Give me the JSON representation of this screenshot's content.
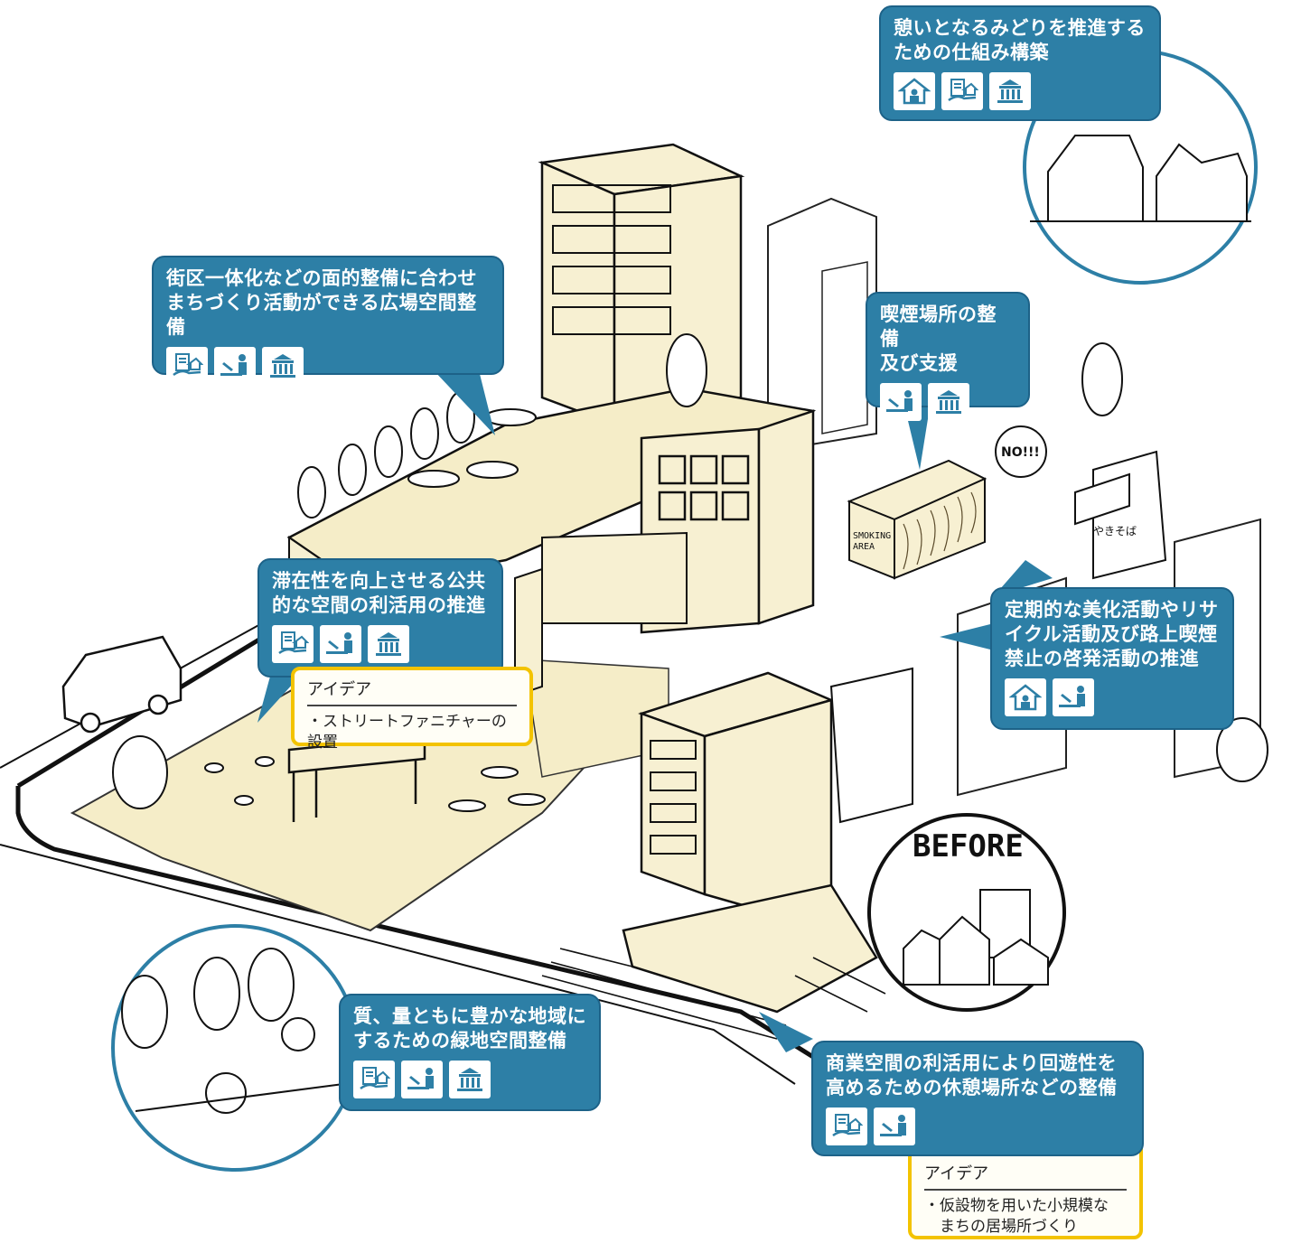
{
  "callouts": {
    "greenery_system": {
      "text": "憩いとなるみどりを推進する\nための仕組み構築",
      "icons": [
        "house-person-icon",
        "document-handshake-icon",
        "government-building-icon"
      ]
    },
    "plaza_space": {
      "text": "街区一体化などの面的整備に合わせ\nまちづくり活動ができる広場空間整備",
      "icons": [
        "document-handshake-icon",
        "desk-worker-icon",
        "government-building-icon"
      ]
    },
    "smoking_area": {
      "text": "喫煙場所の整備\n及び支援",
      "icons": [
        "desk-worker-icon",
        "government-building-icon"
      ]
    },
    "public_space": {
      "text": "滞在性を向上させる公共\n的な空間の利活用の推進",
      "icons": [
        "document-handshake-icon",
        "desk-worker-icon",
        "government-building-icon"
      ]
    },
    "cleanup": {
      "text": "定期的な美化活動やリサ\nイクル活動及び路上喫煙\n禁止の啓発活動の推進",
      "icons": [
        "house-person-icon",
        "desk-worker-icon"
      ]
    },
    "green_space": {
      "text": "質、量ともに豊かな地域に\nするための緑地空間整備",
      "icons": [
        "document-handshake-icon",
        "desk-worker-icon",
        "government-building-icon"
      ]
    },
    "commercial": {
      "text": "商業空間の利活用により回遊性を\n高めるための休憩場所などの整備",
      "icons": [
        "document-handshake-icon",
        "desk-worker-icon"
      ]
    }
  },
  "ideas": {
    "street_furniture": {
      "heading": "アイデア",
      "body": "・ストリートファニチャーの設置"
    },
    "temporary_structures": {
      "heading": "アイデア",
      "body": "・仮設物を用いた小規模な\n　まちの居場所づくり"
    }
  },
  "labels": {
    "before": "BEFORE",
    "smoking_sign_line1": "SMOKING",
    "smoking_sign_line2": "AREA",
    "no_sign": "NO!!!",
    "yakisoba_sign": "やきそば"
  },
  "colors": {
    "callout_blue": "#2d7fa6",
    "idea_border": "#f3c300",
    "building_cream": "#f7f0d2",
    "plaza_cream": "#f5edc8"
  }
}
